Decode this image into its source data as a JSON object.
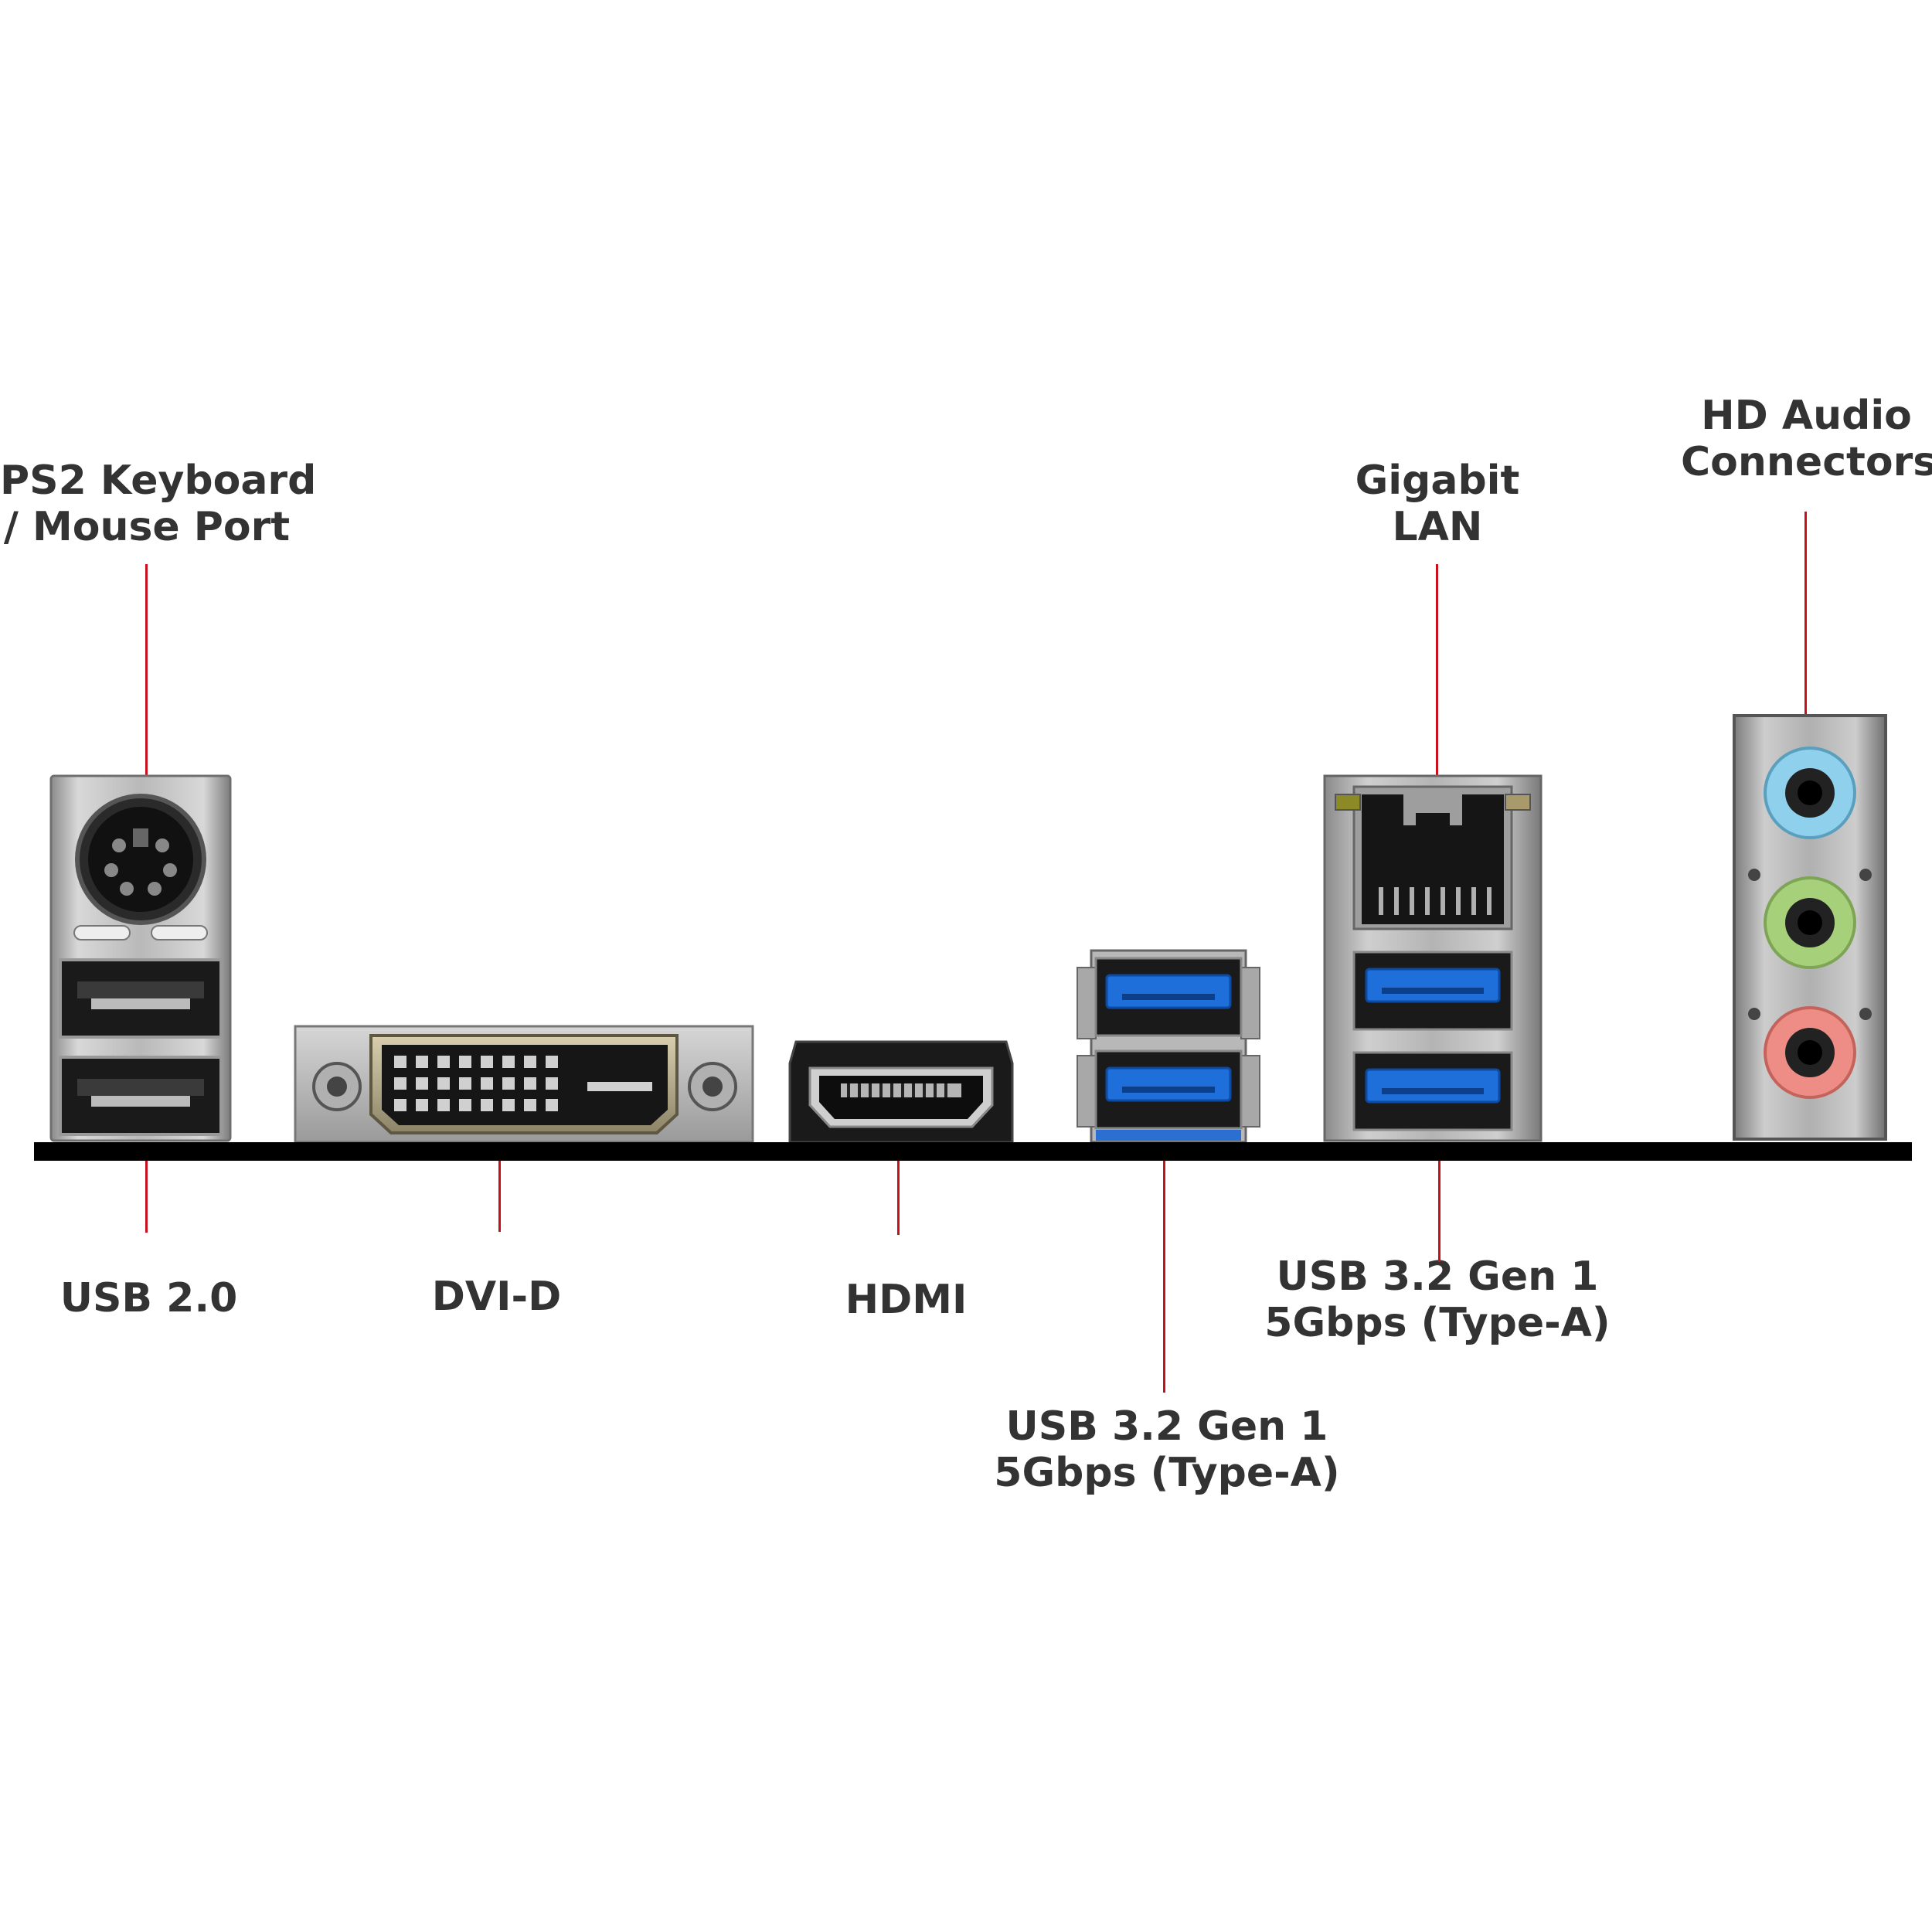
{
  "labels": {
    "ps2": [
      "PS2 Keyboard",
      "/ Mouse Port"
    ],
    "usb20": "USB 2.0",
    "dvi": "DVI-D",
    "hdmi": "HDMI",
    "usb32_mid": [
      "USB 3.2 Gen 1",
      "5Gbps (Type-A)"
    ],
    "lan": [
      "Gigabit",
      "LAN"
    ],
    "usb32_right": [
      "USB 3.2 Gen 1",
      "5Gbps (Type-A)"
    ],
    "audio": [
      "HD Audio",
      "Connectors"
    ]
  },
  "colors": {
    "leader": "#c8101c",
    "text": "#333333",
    "baseline": "#000000",
    "usb3_blue": "#1e6fd9",
    "audio_blue": "#8fd0ec",
    "audio_green": "#a6d07a",
    "audio_pink": "#ee8c86"
  }
}
